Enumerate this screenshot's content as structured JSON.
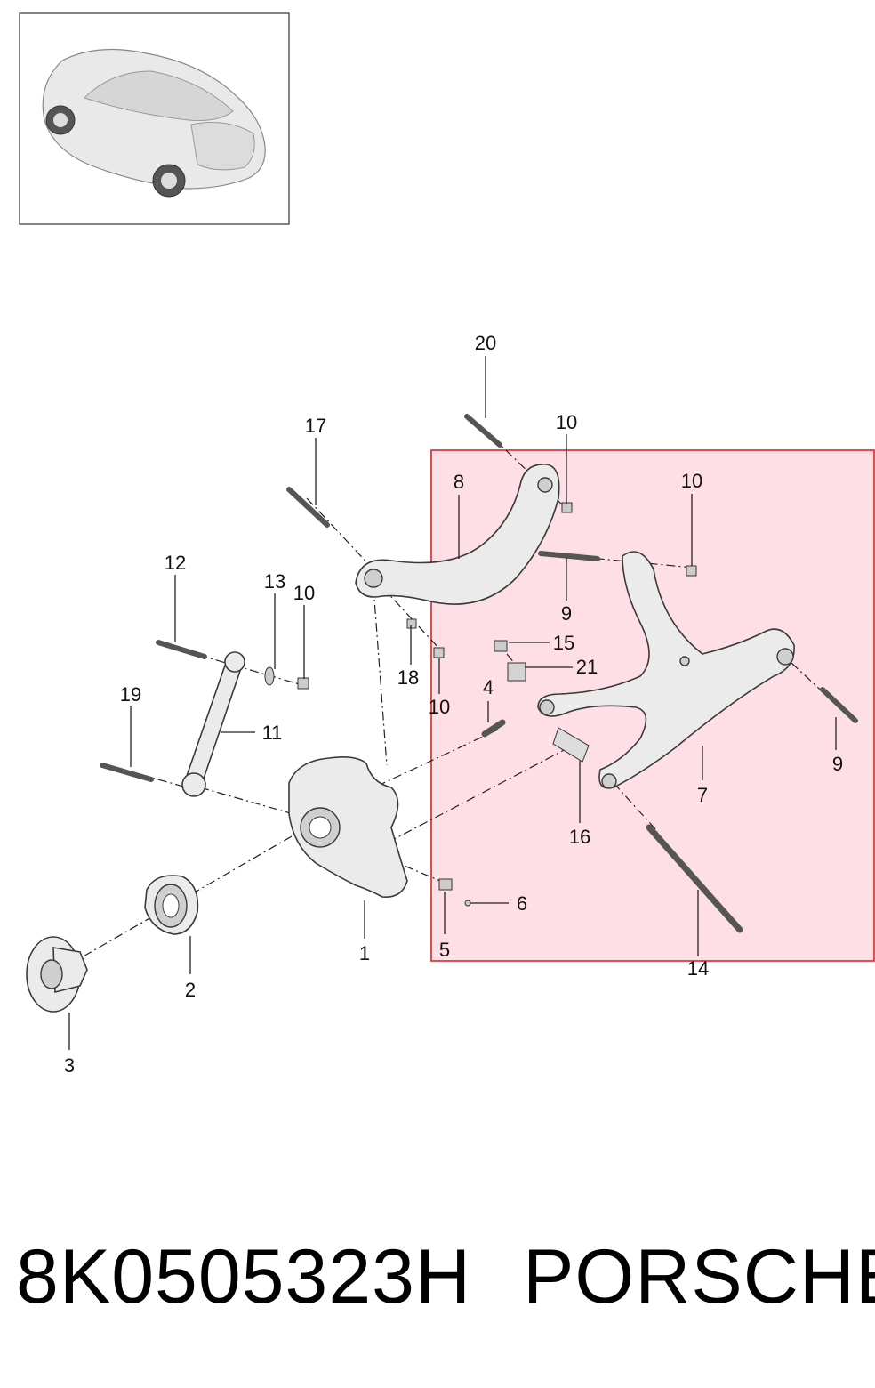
{
  "callouts": {
    "c20": "20",
    "c17": "17",
    "c10a": "10",
    "c10b": "10",
    "c10c": "10",
    "c10d": "10",
    "c8": "8",
    "c9a": "9",
    "c9b": "9",
    "c12": "12",
    "c13": "13",
    "c15": "15",
    "c21": "21",
    "c18": "18",
    "c4": "4",
    "c19": "19",
    "c11": "11",
    "c7": "7",
    "c16": "16",
    "c6": "6",
    "c5": "5",
    "c1": "1",
    "c2": "2",
    "c3": "3",
    "c14": "14"
  },
  "footer": {
    "part_number": "8K0505323H",
    "brand": "PORSCHE"
  },
  "colors": {
    "highlight_fill": "#ffdfe6",
    "highlight_border": "#d22a2a"
  }
}
